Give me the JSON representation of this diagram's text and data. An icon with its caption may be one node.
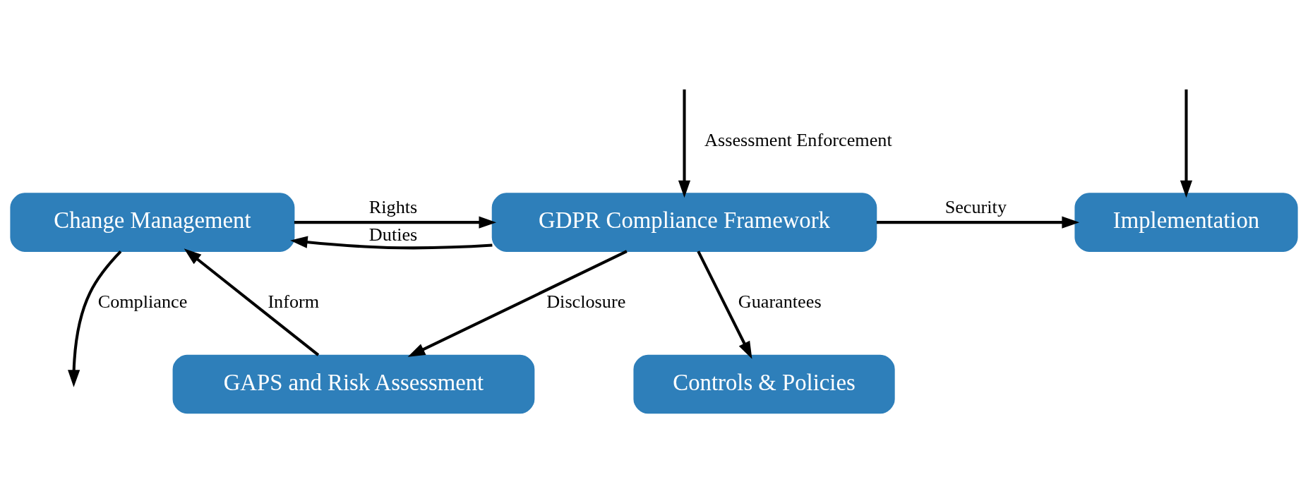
{
  "diagram": {
    "nodes": [
      {
        "text": [
          "Implementation"
        ]
      },
      {
        "text": [
          "GDPR Compliance Framework"
        ]
      },
      {
        "text": [
          "Change Management"
        ]
      },
      {
        "text": [
          "Controls & Policies"
        ]
      },
      {
        "text": [
          "GAPS and Risk Assessment"
        ]
      }
    ],
    "edges": [
      {
        "from": null,
        "to": 0,
        "arrow": "to"
      },
      {
        "from": null,
        "to": 1,
        "arrow": "to",
        "label": "Assessment Enforcement"
      },
      {
        "from": 1,
        "to": 0,
        "arrow": "to",
        "label": "Security"
      },
      {
        "from": 1,
        "to": 2,
        "arrow": "to",
        "label": "Duties"
      },
      {
        "from": 2,
        "to": 1,
        "arrow": "to",
        "label": "Rights"
      },
      {
        "from": 2,
        "to": null,
        "arrow": "to",
        "label": "Compliance"
      },
      {
        "from": 1,
        "to": 3,
        "arrow": "to",
        "label": "Guarantees"
      },
      {
        "from": 1,
        "to": 4,
        "arrow": "to",
        "label": "Disclosure"
      },
      {
        "from": 4,
        "to": 2,
        "arrow": "to",
        "label": "Inform"
      }
    ]
  }
}
